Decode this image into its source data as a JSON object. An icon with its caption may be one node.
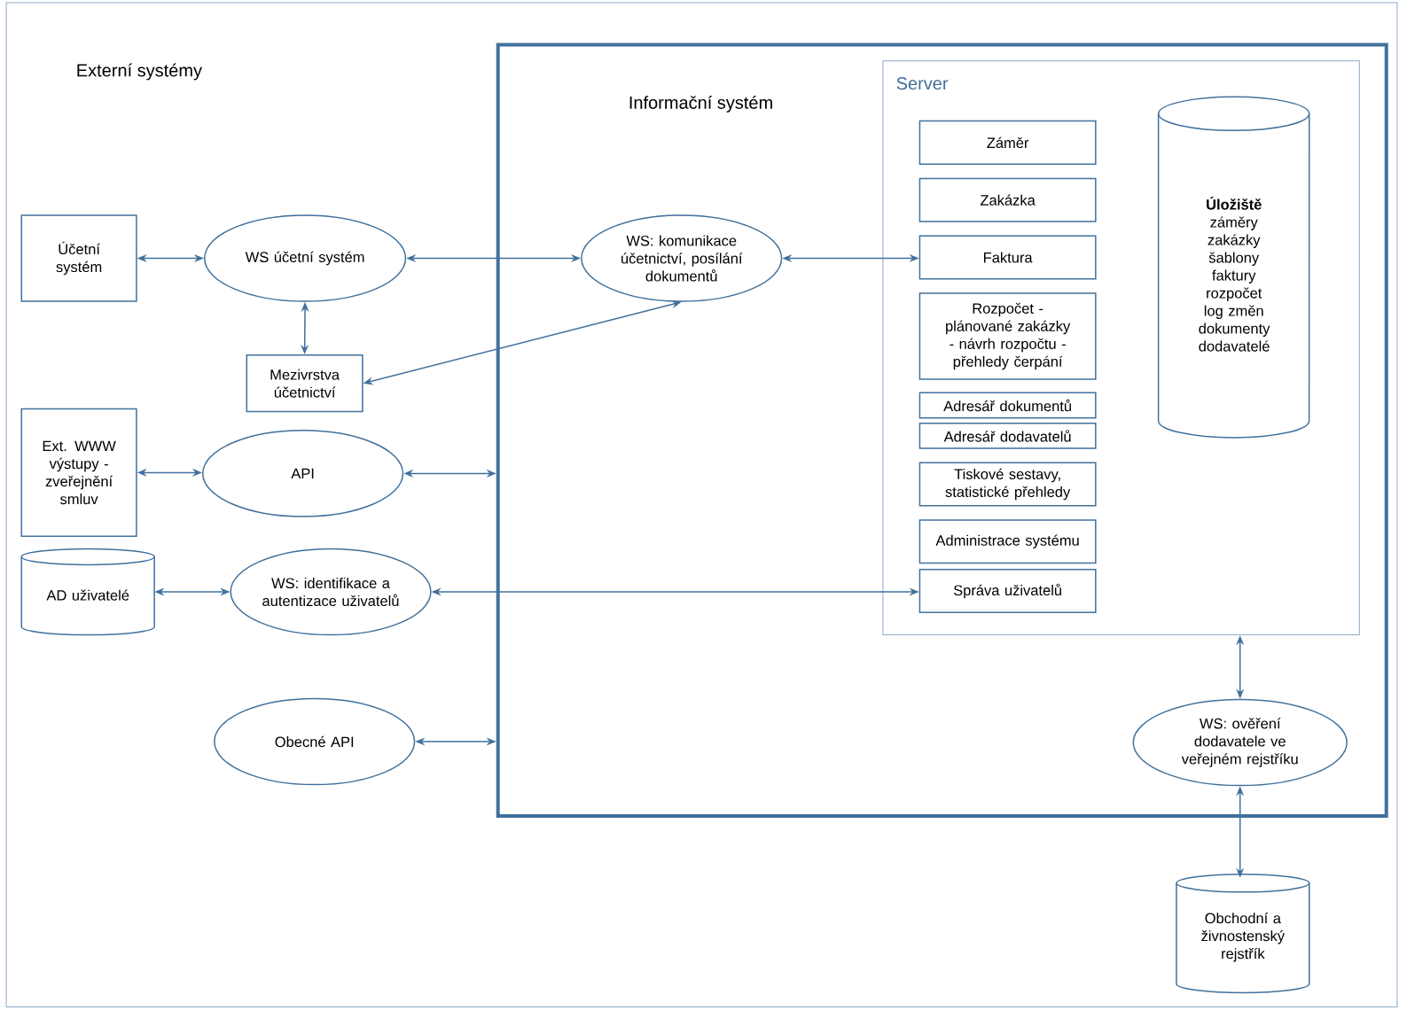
{
  "diagram": {
    "nodes": [
      {
        "text": [
          "Externí systémy"
        ]
      },
      {
        "text": [
          "Informační systém"
        ],
        "in": 0
      },
      {
        "text": [
          "Server"
        ],
        "in": 1
      },
      {
        "text": [
          "Záměr"
        ],
        "in": 2
      },
      {
        "text": [
          "Zakázka"
        ],
        "in": 2
      },
      {
        "text": [
          "Faktura"
        ],
        "in": 2
      },
      {
        "text": [
          "Rozpočet - plánované zakázky - návrh rozpočtu - přehledy čerpání"
        ],
        "in": 2
      },
      {
        "text": [
          "Adresář dokumentů"
        ],
        "in": 2
      },
      {
        "text": [
          "Adresář dodavatelů"
        ],
        "in": 2
      },
      {
        "text": [
          "Tiskové sestavy, statistické přehledy"
        ],
        "in": 2
      },
      {
        "text": [
          "Administrace systému"
        ],
        "in": 2
      },
      {
        "text": [
          "Správa uživatelů"
        ],
        "in": 2
      },
      {
        "text": [
          "Úložiště",
          "záměry zakázky šablony faktury rozpočet log změn dokumenty dodavatelé"
        ],
        "in": 2
      },
      {
        "text": [
          "WS: komunikace účetnictví, posílání dokumentů"
        ],
        "in": 1
      },
      {
        "text": [
          "WS: ověření dodavatele ve veřejném rejstříku"
        ],
        "in": 1
      },
      {
        "text": [
          "Účetní systém"
        ],
        "in": 0
      },
      {
        "text": [
          "WS účetní systém"
        ],
        "in": 0
      },
      {
        "text": [
          "Mezivrstva účetnictví"
        ],
        "in": 0
      },
      {
        "text": [
          "Ext. WWW výstupy - zveřejnění smluv"
        ],
        "in": 0
      },
      {
        "text": [
          "API"
        ],
        "in": 0
      },
      {
        "text": [
          "AD uživatelé"
        ],
        "in": 0
      },
      {
        "text": [
          "WS: identifikace a autentizace uživatelů"
        ],
        "in": 0
      },
      {
        "text": [
          "Obecné API"
        ],
        "in": 0
      },
      {
        "text": [
          "Obchodní a živnostenský rejstřík"
        ],
        "in": 0
      }
    ],
    "edges": [
      {
        "from": 15,
        "to": 16,
        "arrow": "both"
      },
      {
        "from": 16,
        "to": 13,
        "arrow": "both"
      },
      {
        "from": 13,
        "to": 5,
        "arrow": "both"
      },
      {
        "from": 16,
        "to": 17,
        "arrow": "both"
      },
      {
        "from": 17,
        "to": 13,
        "arrow": "both"
      },
      {
        "from": 18,
        "to": 19,
        "arrow": "both"
      },
      {
        "from": 19,
        "to": 1,
        "arrow": "both"
      },
      {
        "from": 20,
        "to": 21,
        "arrow": "both"
      },
      {
        "from": 21,
        "to": 11,
        "arrow": "both"
      },
      {
        "from": 22,
        "to": 1,
        "arrow": "both"
      },
      {
        "from": 2,
        "to": 14,
        "arrow": "both"
      },
      {
        "from": 14,
        "to": 23,
        "arrow": "both"
      }
    ]
  }
}
